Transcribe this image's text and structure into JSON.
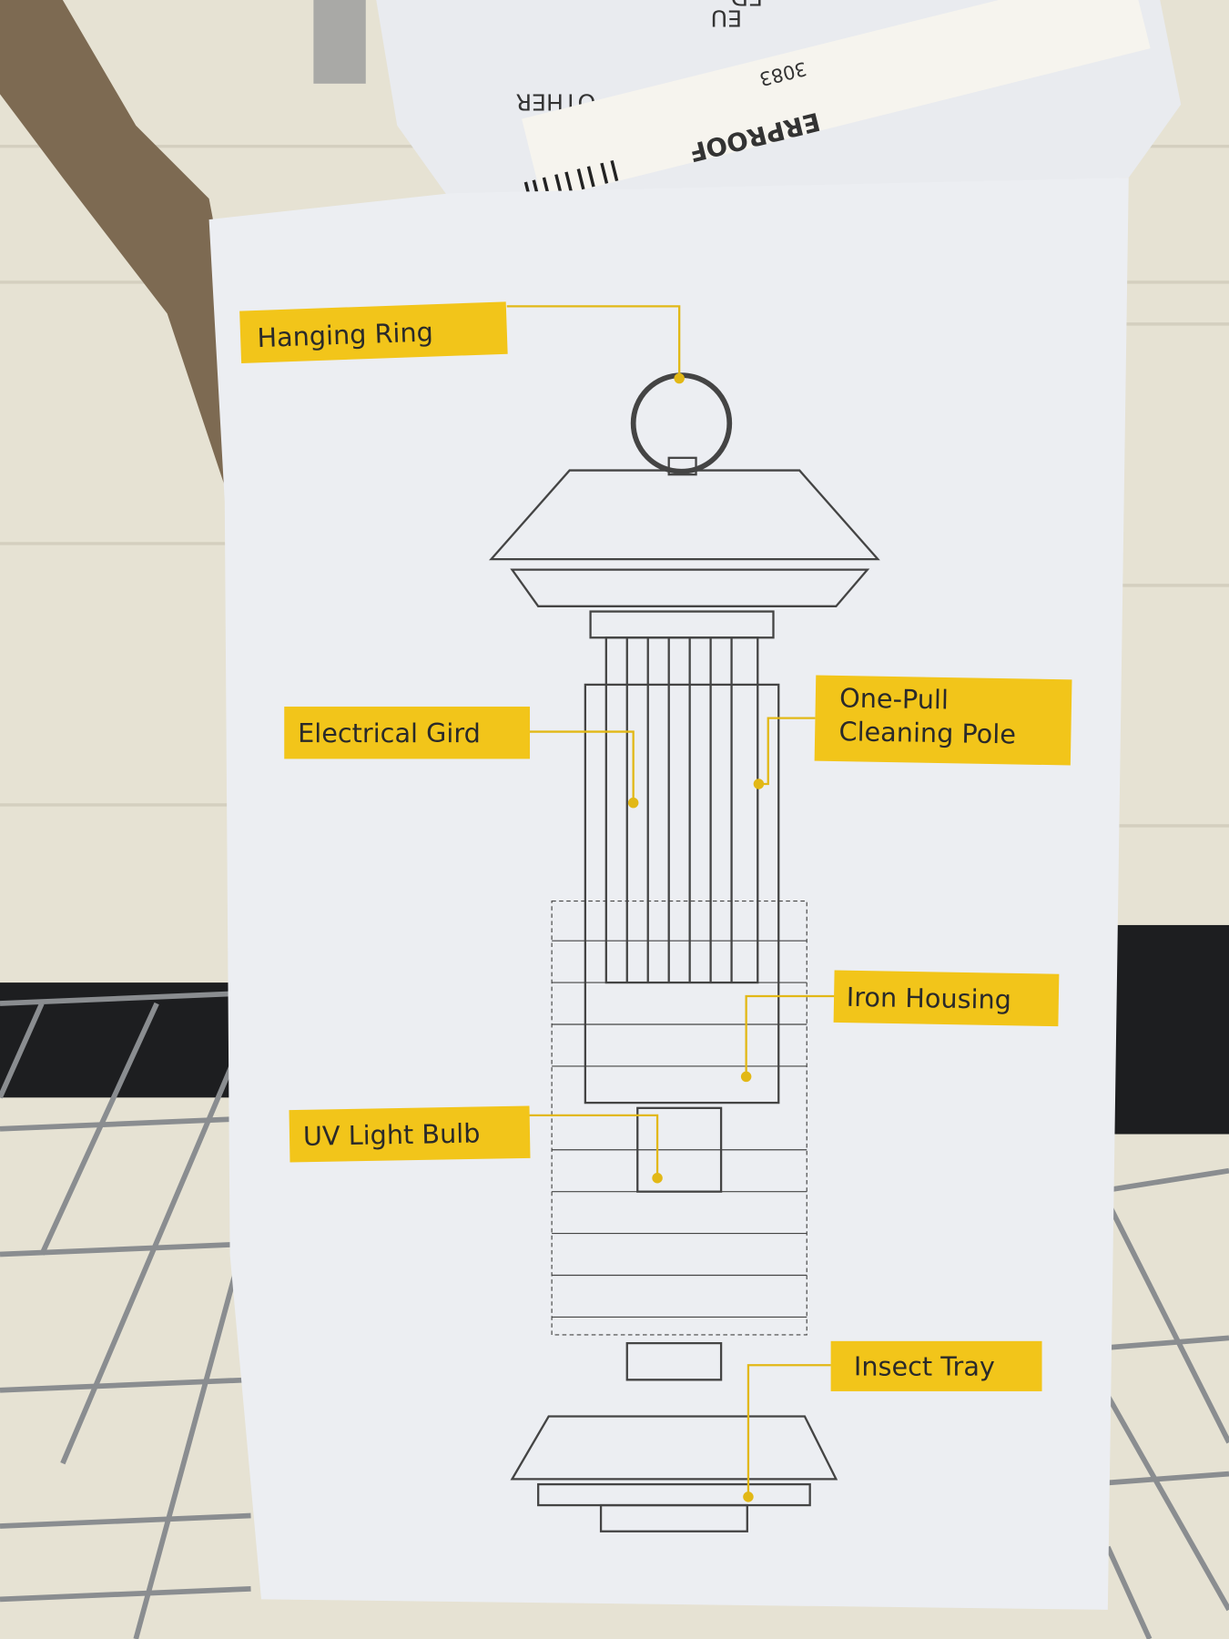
{
  "box_labels": {
    "hanging_ring": "Hanging Ring",
    "electrical_grid": "Electrical Gird",
    "cleaning_pole_line1": "One-Pull",
    "cleaning_pole_line2": "Cleaning Pole",
    "iron_housing": "Iron Housing",
    "uv_bulb": "UV Light Bulb",
    "insect_tray": "Insect Tray"
  },
  "flap_text": {
    "other": "OTHER",
    "eu": "EU",
    "ed": "ED",
    "brand_fragment": "ERPROOF",
    "barcode_number": "3083"
  },
  "colors": {
    "label_yellow": "#f2c51a",
    "box_white": "#eef0f3",
    "wall": "#e8e4d6",
    "shelf": "#8a8d90"
  }
}
